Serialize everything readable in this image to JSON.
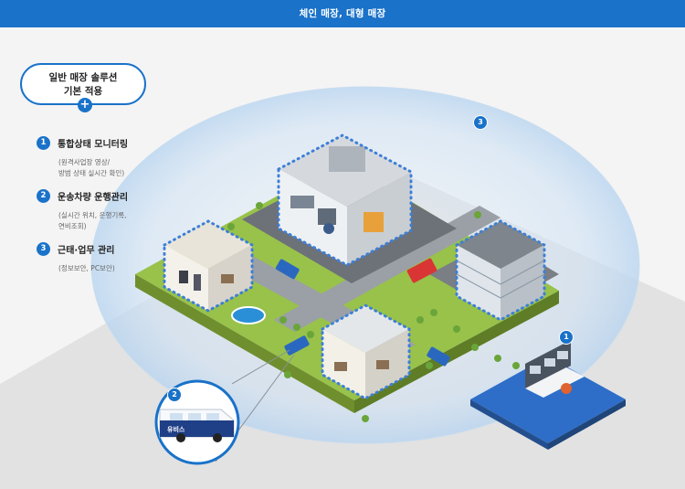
{
  "header": {
    "title": "체인 매장, 대형 매장"
  },
  "intro": {
    "line1": "일반 매장 솔루션",
    "line2": "기본 적용",
    "plus": "+"
  },
  "features": [
    {
      "num": "1",
      "title": "통합상태 모니터링",
      "desc1": "(원격사업장 영상/",
      "desc2": "방범 상태 실시간 확인)"
    },
    {
      "num": "2",
      "title": "운송차량 운행관리",
      "desc1": "(실시간 위치, 운행기록,",
      "desc2": "연비조회)"
    },
    {
      "num": "3",
      "title": "근태·업무 관리",
      "desc1": "(정보보안, PC보안)",
      "desc2": ""
    }
  ],
  "badges": {
    "b1": "1",
    "b2": "2",
    "b3": "3"
  },
  "bus_label": "유비스",
  "colors": {
    "accent": "#1a72c9",
    "grass": "#98c24a",
    "road": "#8a8f96",
    "halo": "#d8e8f7"
  }
}
